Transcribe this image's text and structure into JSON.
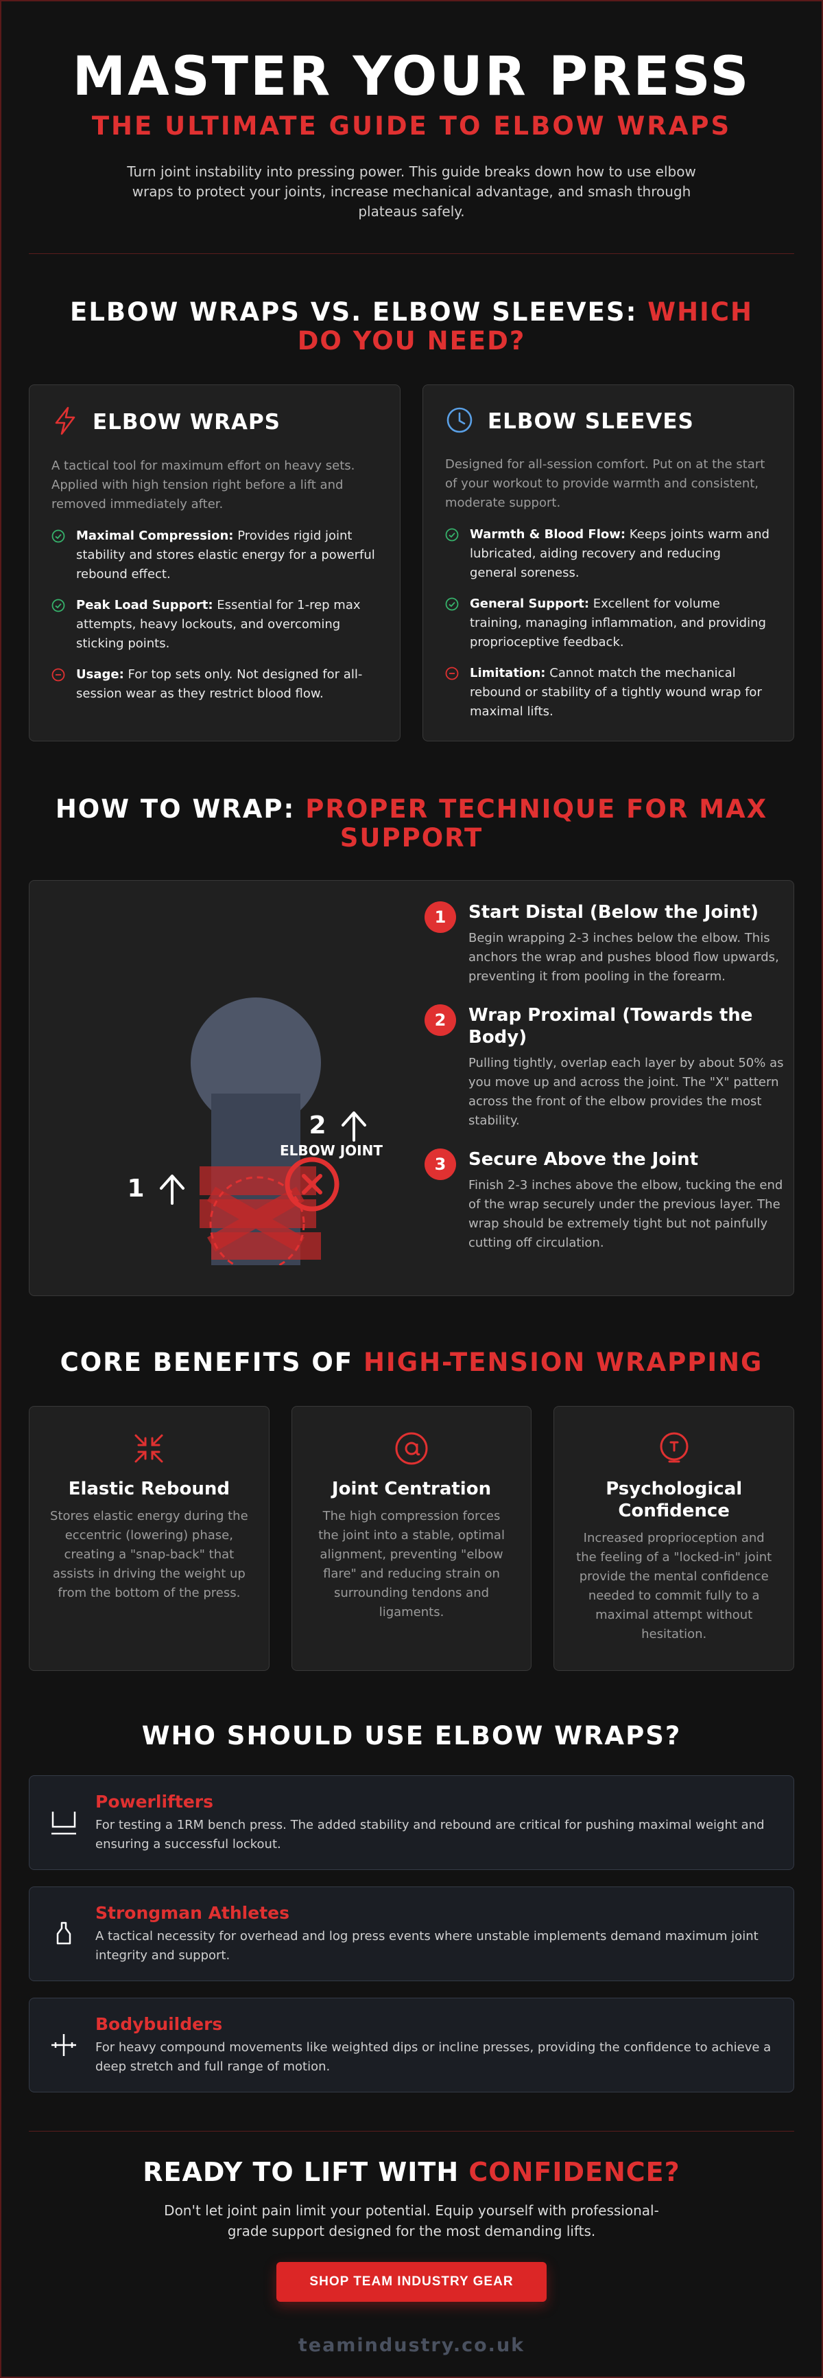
{
  "colors": {
    "accent": "#e03131",
    "green": "#36b26b",
    "blue": "#5aa0e6",
    "page_bg": "#121212"
  },
  "hero": {
    "title": "MASTER YOUR PRESS",
    "subtitle": "THE ULTIMATE GUIDE TO ELBOW WRAPS",
    "intro": "Turn joint instability into pressing power. This guide breaks down how to use elbow wraps to protect your joints, increase mechanical advantage, and smash through plateaus safely."
  },
  "compare": {
    "title_white": "ELBOW WRAPS VS. ELBOW SLEEVES:",
    "title_red": "WHICH DO YOU NEED?",
    "wraps": {
      "icon": "lightning-icon",
      "title": "ELBOW WRAPS",
      "desc": "A tactical tool for maximum effort on heavy sets. Applied with high tension right before a lift and removed immediately after.",
      "bullets": [
        {
          "icon": "check-circle-icon",
          "bold": "Maximal Compression:",
          "text": " Provides rigid joint stability and stores elastic energy for a powerful rebound effect."
        },
        {
          "icon": "check-circle-icon",
          "bold": "Peak Load Support:",
          "text": " Essential for 1-rep max attempts, heavy lockouts, and overcoming sticking points."
        },
        {
          "icon": "minus-circle-icon",
          "bold": "Usage:",
          "text": " For top sets only. Not designed for all-session wear as they restrict blood flow."
        }
      ]
    },
    "sleeves": {
      "icon": "clock-icon",
      "title": "ELBOW SLEEVES",
      "desc": "Designed for all-session comfort. Put on at the start of your workout to provide warmth and consistent, moderate support.",
      "bullets": [
        {
          "icon": "check-circle-icon",
          "bold": "Warmth & Blood Flow:",
          "text": " Keeps joints warm and lubricated, aiding recovery and reducing general soreness."
        },
        {
          "icon": "check-circle-icon",
          "bold": "General Support:",
          "text": " Excellent for volume training, managing inflammation, and providing proprioceptive feedback."
        },
        {
          "icon": "minus-circle-icon",
          "bold": "Limitation:",
          "text": " Cannot match the mechanical rebound or stability of a tightly wound wrap for maximal lifts."
        }
      ]
    }
  },
  "howto": {
    "title_white": "HOW TO WRAP:",
    "title_red": "PROPER TECHNIQUE FOR MAX SUPPORT",
    "diagram": {
      "label_1": "1",
      "label_2": "2",
      "joint_label": "ELBOW JOINT"
    },
    "steps": [
      {
        "num": "1",
        "title": "Start Distal (Below the Joint)",
        "text": "Begin wrapping 2-3 inches below the elbow. This anchors the wrap and pushes blood flow upwards, preventing it from pooling in the forearm."
      },
      {
        "num": "2",
        "title": "Wrap Proximal (Towards the Body)",
        "text": "Pulling tightly, overlap each layer by about 50% as you move up and across the joint. The \"X\" pattern across the front of the elbow provides the most stability."
      },
      {
        "num": "3",
        "title": "Secure Above the Joint",
        "text": "Finish 2-3 inches above the elbow, tucking the end of the wrap securely under the previous layer. The wrap should be extremely tight but not painfully cutting off circulation."
      }
    ]
  },
  "benefits": {
    "title_white": "CORE BENEFITS OF",
    "title_red": "HIGH-TENSION WRAPPING",
    "items": [
      {
        "icon": "compress-arrows-icon",
        "title": "Elastic Rebound",
        "text": "Stores elastic energy during the eccentric (lowering) phase, creating a \"snap-back\" that assists in driving the weight up from the bottom of the press."
      },
      {
        "icon": "at-circle-icon",
        "title": "Joint Centration",
        "text": "The high compression forces the joint into a stable, optimal alignment, preventing \"elbow flare\" and reducing strain on surrounding tendons and ligaments."
      },
      {
        "icon": "brain-lock-icon",
        "title": "Psychological Confidence",
        "text": "Increased proprioception and the feeling of a \"locked-in\" joint provide the mental confidence needed to commit fully to a maximal attempt without hesitation."
      }
    ]
  },
  "who": {
    "title": "WHO SHOULD USE ELBOW WRAPS?",
    "items": [
      {
        "icon": "bench-icon",
        "title": "Powerlifters",
        "text": "For testing a 1RM bench press. The added stability and rebound are critical for pushing maximal weight and ensuring a successful lockout."
      },
      {
        "icon": "kettlebell-icon",
        "title": "Strongman Athletes",
        "text": "A tactical necessity for overhead and log press events where unstable implements demand maximum joint integrity and support."
      },
      {
        "icon": "crosshair-icon",
        "title": "Bodybuilders",
        "text": "For heavy compound movements like weighted dips or incline presses, providing the confidence to achieve a deep stretch and full range of motion."
      }
    ]
  },
  "cta": {
    "title_white": "READY TO LIFT WITH",
    "title_red": "CONFIDENCE?",
    "text": "Don't let joint pain limit your potential. Equip yourself with professional-grade support designed for the most demanding lifts.",
    "button": "SHOP TEAM INDUSTRY GEAR",
    "url": "teamindustry.co.uk"
  }
}
